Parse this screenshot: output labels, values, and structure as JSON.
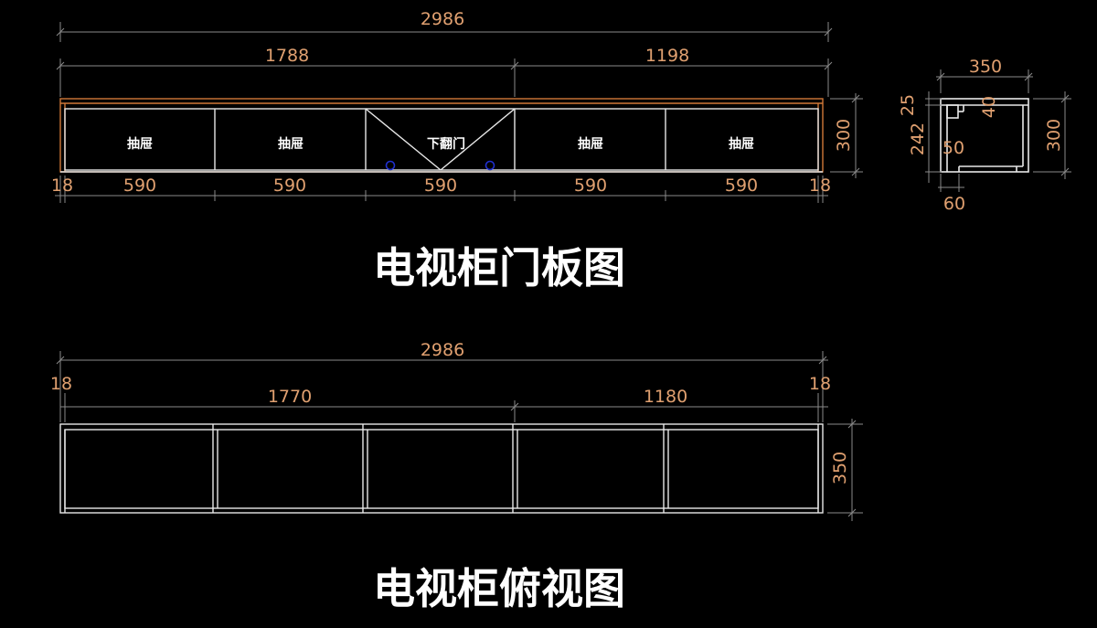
{
  "front_view": {
    "title": "电视柜门板图",
    "overall_width": "2986",
    "left_section": "1788",
    "right_section": "1198",
    "height": "300",
    "edge_left": "18",
    "edge_right": "18",
    "panel_widths": [
      "590",
      "590",
      "590",
      "590",
      "590"
    ],
    "panels": [
      {
        "label": "抽屉"
      },
      {
        "label": "抽屉"
      },
      {
        "label": "下翻门"
      },
      {
        "label": "抽屉"
      },
      {
        "label": "抽屉"
      }
    ]
  },
  "side_view": {
    "depth": "350",
    "height": "300",
    "top": "25",
    "lip": "40",
    "inner": "242",
    "recess": "50",
    "base": "60"
  },
  "top_view": {
    "title": "电视柜俯视图",
    "overall_width": "2986",
    "edge_left": "18",
    "edge_right": "18",
    "left_section": "1770",
    "right_section": "1180",
    "depth": "350"
  },
  "colors": {
    "background": "#000000",
    "dimension_text": "#e0a070",
    "outline": "#e8e8e8",
    "front_frame": "#d07838",
    "knob": "#2030d0",
    "label_text": "#ffffff"
  }
}
